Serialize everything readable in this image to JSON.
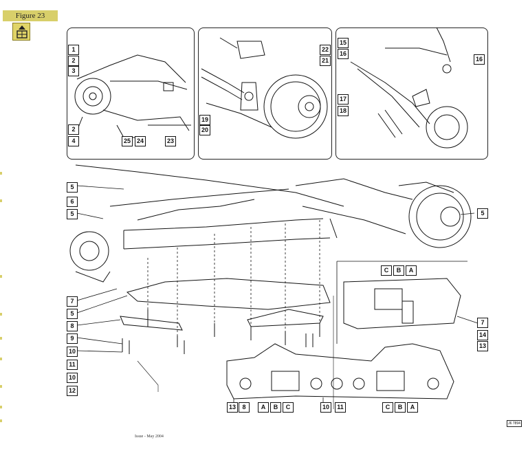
{
  "figure": {
    "title": "Figure 23"
  },
  "footer": {
    "text": "Issue - May 2004",
    "page_code": "J6 7894"
  },
  "icons": {
    "nav": "up-arrow-page-icon"
  },
  "colors": {
    "accent": "#d8cf6a",
    "line": "#111111"
  },
  "callouts": {
    "panel1": [
      "1",
      "2",
      "3",
      "2",
      "4",
      "25",
      "24",
      "23"
    ],
    "panel2": [
      "22",
      "21",
      "19",
      "20"
    ],
    "panel3": [
      "15",
      "16",
      "16",
      "17",
      "18"
    ],
    "main_left": [
      "5",
      "6",
      "5",
      "7",
      "5",
      "8",
      "9",
      "10",
      "11",
      "10",
      "12"
    ],
    "main_right": [
      "5",
      "C",
      "B",
      "A",
      "7",
      "14",
      "13"
    ],
    "main_bottom": [
      "13",
      "8",
      "A",
      "B",
      "C",
      "10",
      "11",
      "C",
      "B",
      "A"
    ]
  }
}
